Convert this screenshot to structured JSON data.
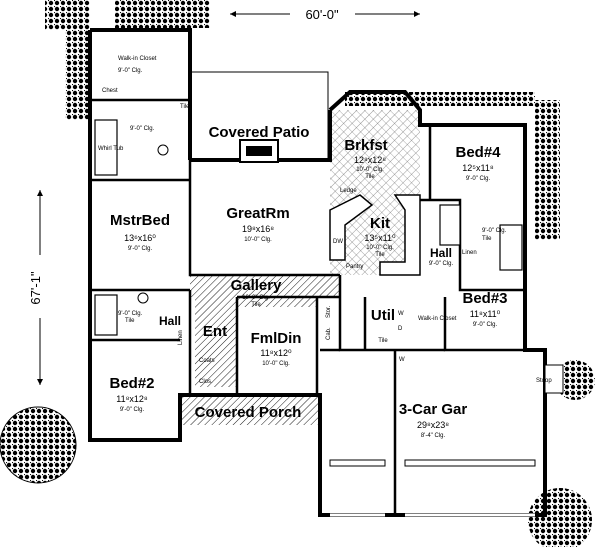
{
  "dimensions": {
    "width": "60'-0\"",
    "depth": "67'-1\""
  },
  "rooms": {
    "walkin_closet": {
      "name": "Walk-in Closet",
      "ceiling": "9'-0\" Clg."
    },
    "chest": {
      "name": "Chest"
    },
    "tile_bath": {
      "tile": "Tile"
    },
    "master_bath": {
      "ceiling": "9'-0\" Clg."
    },
    "whirl_tub": {
      "name": "Whirl Tub"
    },
    "covered_patio": {
      "name": "Covered Patio"
    },
    "brkfst": {
      "name": "Brkfst",
      "size": "12⁸x12⁸",
      "ceiling": "10'-0\" Clg.",
      "floor": "Tile"
    },
    "bed4": {
      "name": "Bed#4",
      "size": "12⁵x11⁸",
      "ceiling": "9'-0\" Clg."
    },
    "great_rm": {
      "name": "GreatRm",
      "size": "19⁸x16⁸",
      "ceiling": "10'-0\" Clg."
    },
    "mstr_bed": {
      "name": "MstrBed",
      "size": "13⁶x16⁰",
      "ceiling": "9'-0\" Clg."
    },
    "kit": {
      "name": "Kit",
      "size": "13⁵x11⁰",
      "ceiling": "10'-0\" Clg.",
      "floor": "Tile"
    },
    "ledge": {
      "name": "Ledge"
    },
    "dw": {
      "name": "DW"
    },
    "pantry": {
      "name": "Pantry"
    },
    "bath2": {
      "ceiling": "9'-0\" Clg.",
      "tile": "Tile"
    },
    "linen": {
      "name": "Linen"
    },
    "hall_r": {
      "name": "Hall",
      "ceiling": "9'-0\" Clg."
    },
    "gallery": {
      "name": "Gallery",
      "ceiling": "10'-0\" Clg.",
      "floor": "Tile"
    },
    "bed3": {
      "name": "Bed#3",
      "size": "11⁸x11⁰",
      "ceiling": "9'-0\" Clg."
    },
    "bath_l": {
      "ceiling": "9'-0\" Clg.",
      "tile": "Tile"
    },
    "hall_l": {
      "name": "Hall"
    },
    "linen_l": {
      "name": "Linen"
    },
    "ent": {
      "name": "Ent"
    },
    "fmldin": {
      "name": "FmlDin",
      "size": "11⁸x12⁰",
      "ceiling": "10'-0\" Clg."
    },
    "stor": {
      "name": "Stor."
    },
    "cab": {
      "name": "Cab."
    },
    "util": {
      "name": "Util",
      "tile": "Tile"
    },
    "walkin_closet2": {
      "name": "Walk-in Closet"
    },
    "w": {
      "name": "W"
    },
    "d": {
      "name": "D"
    },
    "wh": {
      "name": "W"
    },
    "coats": {
      "name": "Coats"
    },
    "clos": {
      "name": "Clos."
    },
    "bed2": {
      "name": "Bed#2",
      "size": "11⁸x12⁸",
      "ceiling": "9'-0\" Clg."
    },
    "covered_porch": {
      "name": "Covered Porch"
    },
    "garage": {
      "name": "3-Car Gar",
      "size": "29⁸x23⁸",
      "ceiling": "8'-4\" Clg."
    },
    "stoop": {
      "name": "Stoop"
    }
  }
}
